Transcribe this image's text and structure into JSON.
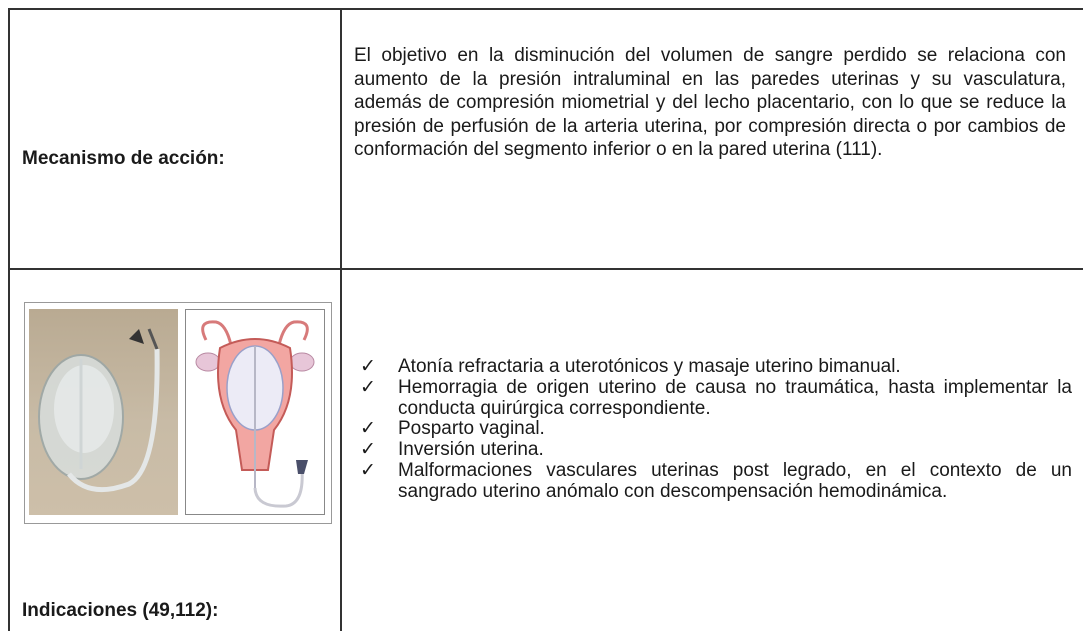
{
  "rows": [
    {
      "label": "Mecanismo de acción:",
      "text": "El objetivo en la disminución del volumen de sangre perdido se relaciona con aumento de la presión intraluminal en las paredes uterinas y su vasculatura, además de compresión miometrial y del lecho placentario, con lo que se reduce la presión de perfusión de la arteria uterina, por compresión directa o por cambios de conformación del segmento inferior o en la pared uterina (111)."
    },
    {
      "label": "Indicaciones (49,112):",
      "bullet_glyph": "✓",
      "items": [
        "Atonía refractaria a uterotónicos y masaje uterino bimanual.",
        "Hemorragia de origen uterino de causa no traumática, hasta implementar la conducta quirúrgica correspondiente.",
        "Posparto vaginal.",
        "Inversión uterina.",
        "Malformaciones vasculares uterinas post legrado, en el contexto de un sangrado uterino anómalo con descompensación hemodinámica."
      ]
    }
  ]
}
